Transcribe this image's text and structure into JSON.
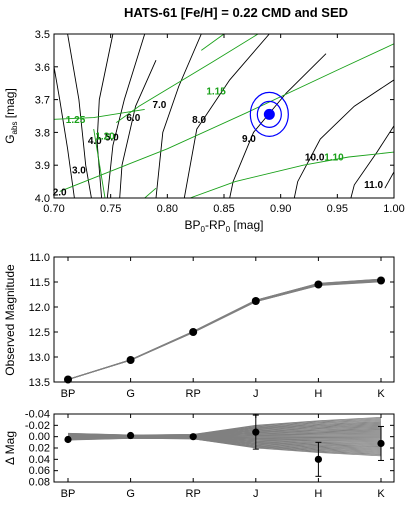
{
  "figure": {
    "title": "HATS-61 [Fe/H] = 0.22 CMD and SED"
  },
  "colors": {
    "black": "#000000",
    "green": "#1aa11a",
    "blue": "#0000ff",
    "gray": "#808080",
    "lightgray": "#9a9a9a"
  },
  "chart_data": [
    {
      "type": "line",
      "panel": "cmd",
      "xlabel_main": "BP",
      "xlabel_sub1": "0",
      "xlabel_mid": "-RP",
      "xlabel_sub2": "0",
      "xlabel_unit": " [mag]",
      "ylabel_main": "G",
      "ylabel_sub": "abs",
      "ylabel_unit": " [mag]",
      "xlim": [
        0.7,
        1.0
      ],
      "ylim": [
        4.0,
        3.5
      ],
      "xticks": [
        "0.70",
        "0.75",
        "0.80",
        "0.85",
        "0.90",
        "0.95",
        "1.00"
      ],
      "yticks": [
        "3.5",
        "3.6",
        "3.7",
        "3.8",
        "3.9",
        "4.0"
      ],
      "isochrone_labels": [
        "2.0",
        "3.0",
        "4.0",
        "5.0",
        "6.0",
        "7.0",
        "8.0",
        "9.0",
        "10.0",
        "11.0"
      ],
      "mass_labels": [
        "1.25",
        "1.20",
        "1.15",
        "1.10"
      ],
      "star": {
        "x": 0.89,
        "y": 3.745
      }
    },
    {
      "type": "line",
      "panel": "sed",
      "categories": [
        "BP",
        "G",
        "RP",
        "J",
        "H",
        "K"
      ],
      "ylabel": "Observed Magnitude",
      "ylim": [
        13.5,
        11.0
      ],
      "yticks": [
        "11.0",
        "11.5",
        "12.0",
        "12.5",
        "13.0",
        "13.5"
      ],
      "observed": [
        13.45,
        13.06,
        12.5,
        11.88,
        11.55,
        11.47
      ]
    },
    {
      "type": "scatter",
      "panel": "residuals",
      "categories": [
        "BP",
        "G",
        "RP",
        "J",
        "H",
        "K"
      ],
      "ylabel": "Δ Mag",
      "ylim": [
        0.08,
        -0.04
      ],
      "yticks": [
        "-0.04",
        "-0.02",
        "0.00",
        "0.02",
        "0.04",
        "0.06",
        "0.08"
      ],
      "residuals": [
        0.005,
        -0.002,
        0.0,
        -0.008,
        0.04,
        0.012
      ],
      "errors": [
        0.0,
        0.0,
        0.0,
        0.03,
        0.03,
        0.03
      ]
    }
  ]
}
